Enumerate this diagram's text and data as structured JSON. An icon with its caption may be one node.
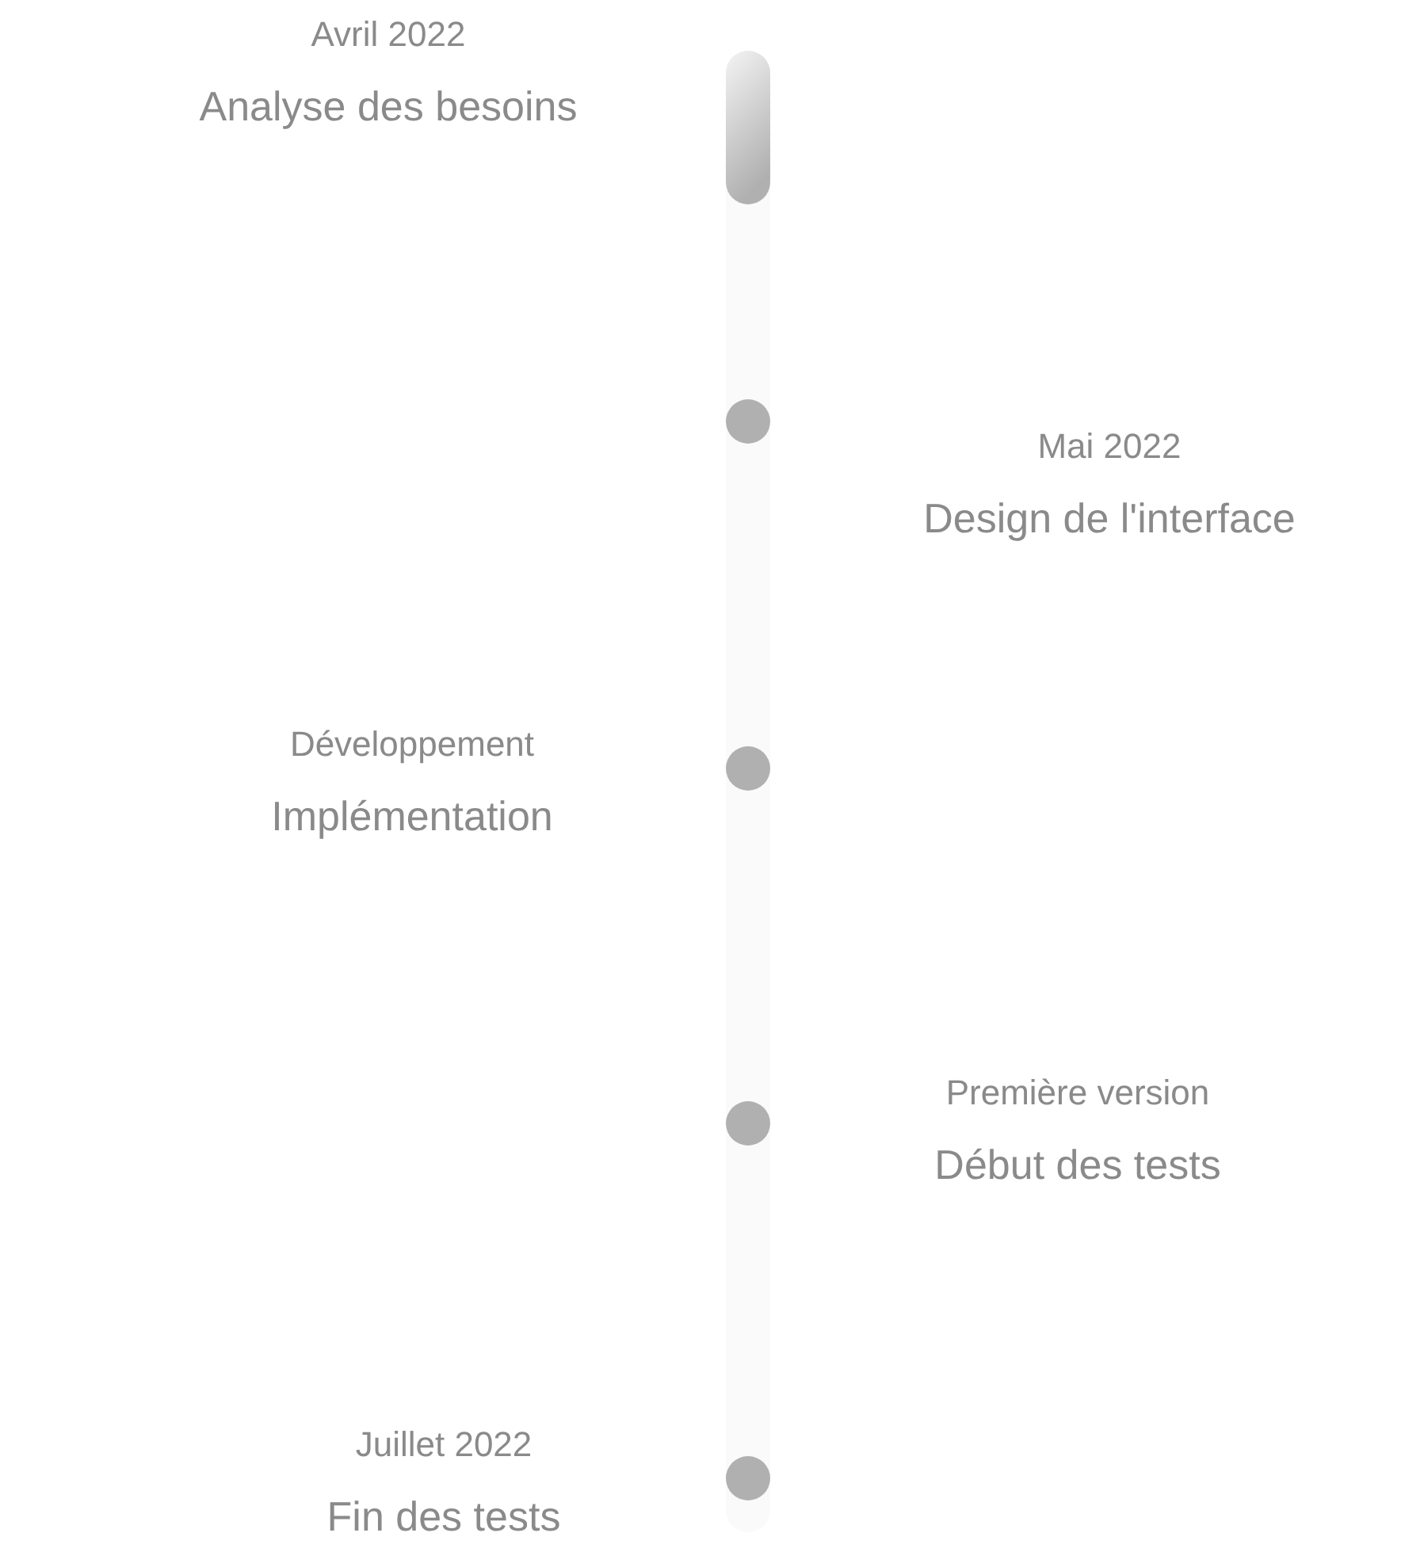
{
  "diagram": {
    "nodes": [
      {
        "text": [
          "Avril 2022",
          "Analyse des besoins"
        ]
      },
      {
        "text": [
          "Mai 2022",
          "Design de l'interface"
        ]
      },
      {
        "text": [
          "Développement",
          "Implémentation"
        ]
      },
      {
        "text": [
          "Première version",
          "Début des tests"
        ]
      },
      {
        "text": [
          "Juillet 2022",
          "Fin des tests"
        ]
      }
    ]
  }
}
